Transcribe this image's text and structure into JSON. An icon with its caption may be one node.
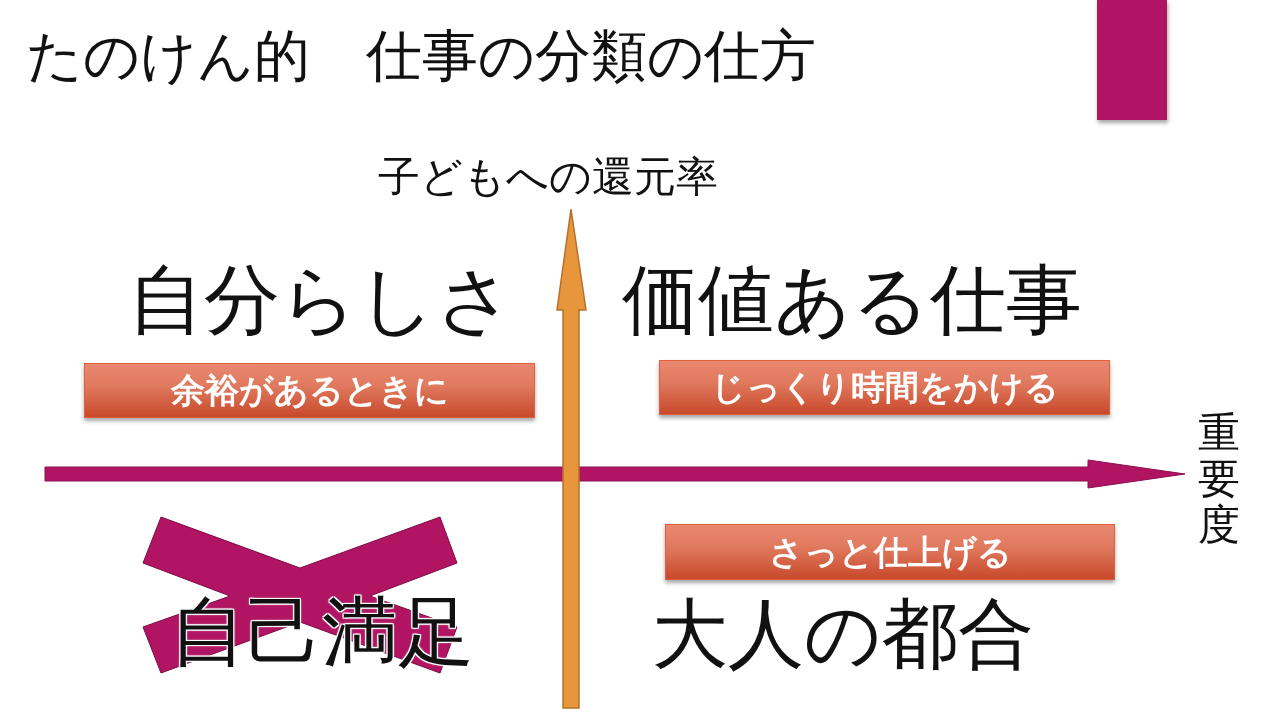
{
  "diagram": {
    "title": "たのけん的　仕事の分類の仕方",
    "nodes": [
      {
        "text": [
          "余裕があるときに"
        ]
      },
      {
        "text": [
          "じっくり時間をかける"
        ]
      },
      {
        "text": [
          "さっと仕上げる"
        ]
      }
    ],
    "labels": [
      "子どもへの還元率",
      "自分らしさ",
      "価値ある仕事",
      "重要度",
      "自己満足",
      "大人の都合"
    ]
  }
}
